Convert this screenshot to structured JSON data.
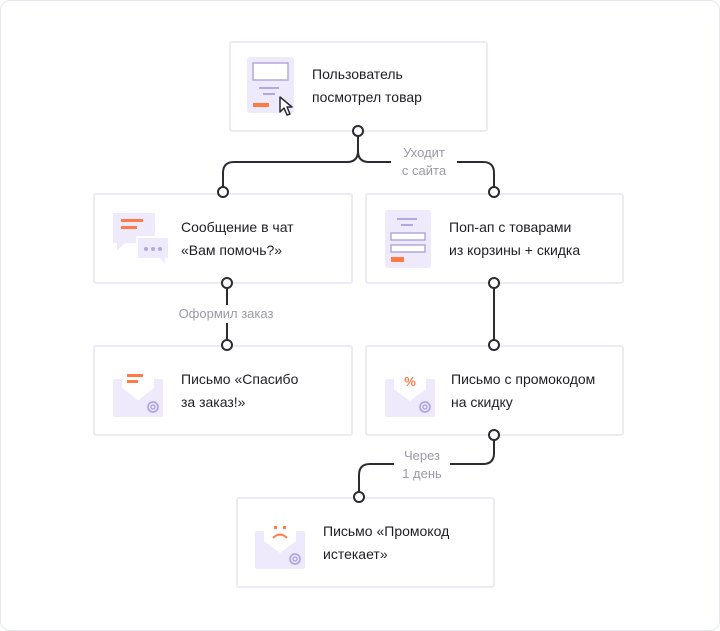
{
  "nodes": {
    "viewed_product": {
      "label": "Пользователь\nпосмотрел товар",
      "icon": "product-page-cursor-icon"
    },
    "chat_message": {
      "label": "Сообщение в чат\n«Вам помочь?»",
      "icon": "chat-bubbles-icon"
    },
    "cart_popup": {
      "label": "Поп-ап с товарами\nиз корзины + скидка",
      "icon": "popup-form-icon"
    },
    "thanks_email": {
      "label": "Письмо «Спасибо\nза заказ!»",
      "icon": "envelope-lines-icon"
    },
    "promo_email": {
      "label": "Письмо с промокодом\nна скидку",
      "icon": "envelope-percent-icon",
      "icon_text": "%"
    },
    "expiring_email": {
      "label": "Письмо «Промокод\nистекает»",
      "icon": "envelope-sad-icon"
    }
  },
  "edges": {
    "leaves_site": "Уходит\nс сайта",
    "placed_order": "Оформил заказ",
    "after_one_day": "Через\n1 день"
  },
  "colors": {
    "accent": "#ff7a45",
    "icon_bg": "#efeafb",
    "icon_line": "#b3a8dd",
    "wire": "#2b2b33",
    "card_border": "#ebebf5",
    "muted_text": "#9a9aa6"
  }
}
